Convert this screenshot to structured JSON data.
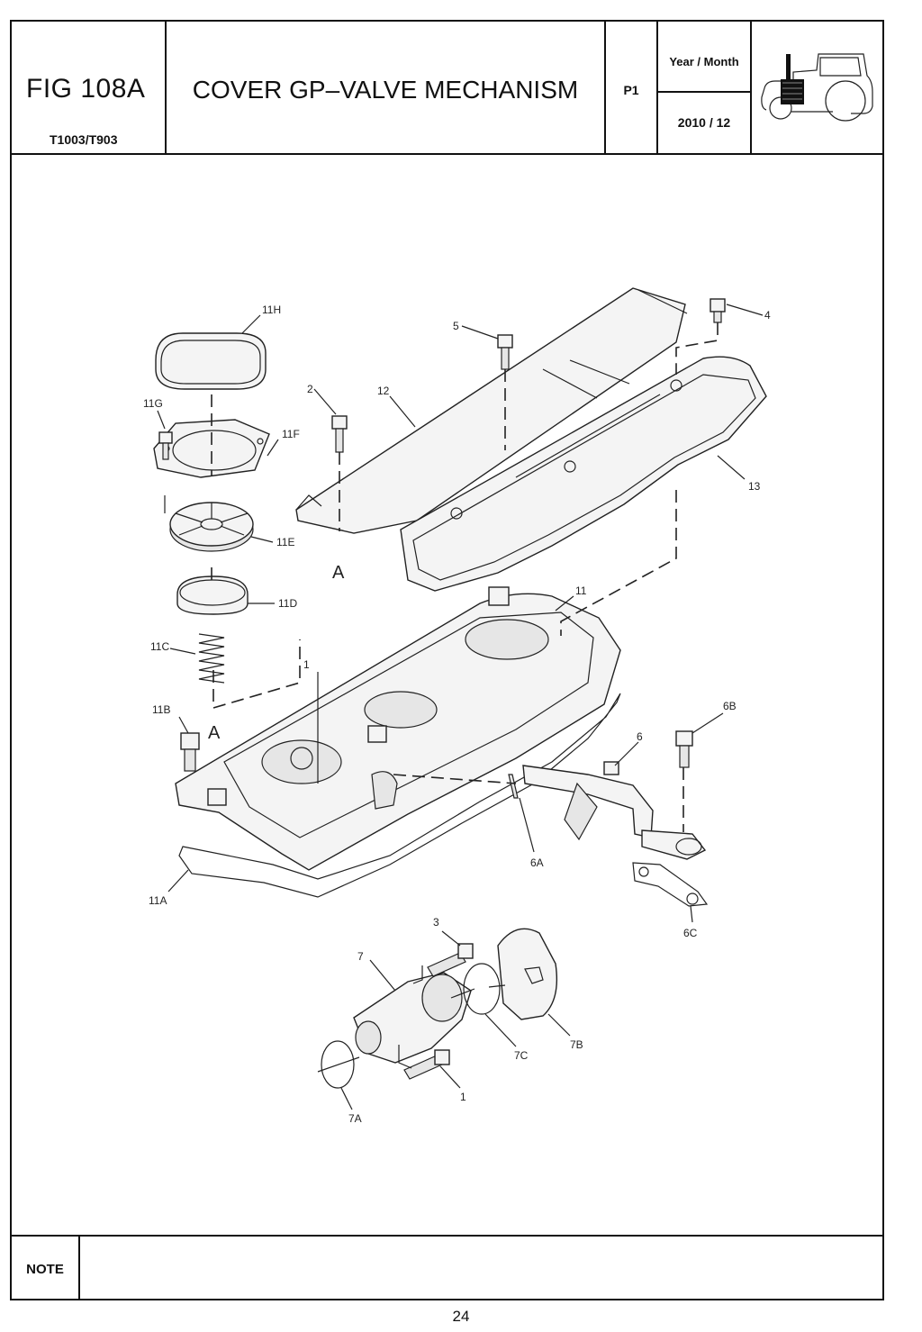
{
  "header": {
    "fig_number": "FIG 108A",
    "model": "T1003/T903",
    "title": "COVER GP–VALVE MECHANISM",
    "page_code": "P1",
    "year_month_label": "Year / Month",
    "year_month_value": "2010  / 12",
    "tractor_icon": "tractor-silhouette-icon"
  },
  "diagram": {
    "callouts": {
      "c11H": "11H",
      "c11G": "11G",
      "c11F": "11F",
      "c11E": "11E",
      "c11D": "11D",
      "c11C": "11C",
      "c11B": "11B",
      "c11A": "11A",
      "c11": "11",
      "c1a": "1",
      "c1b": "1",
      "c2": "2",
      "c3": "3",
      "c4": "4",
      "c5": "5",
      "c6": "6",
      "c6A": "6A",
      "c6B": "6B",
      "c6C": "6C",
      "c7": "7",
      "c7A": "7A",
      "c7B": "7B",
      "c7C": "7C",
      "c12": "12",
      "c13": "13",
      "refA1": "A",
      "refA2": "A"
    }
  },
  "note": {
    "label": "NOTE",
    "text": ""
  },
  "footer": {
    "page_number": "24"
  }
}
